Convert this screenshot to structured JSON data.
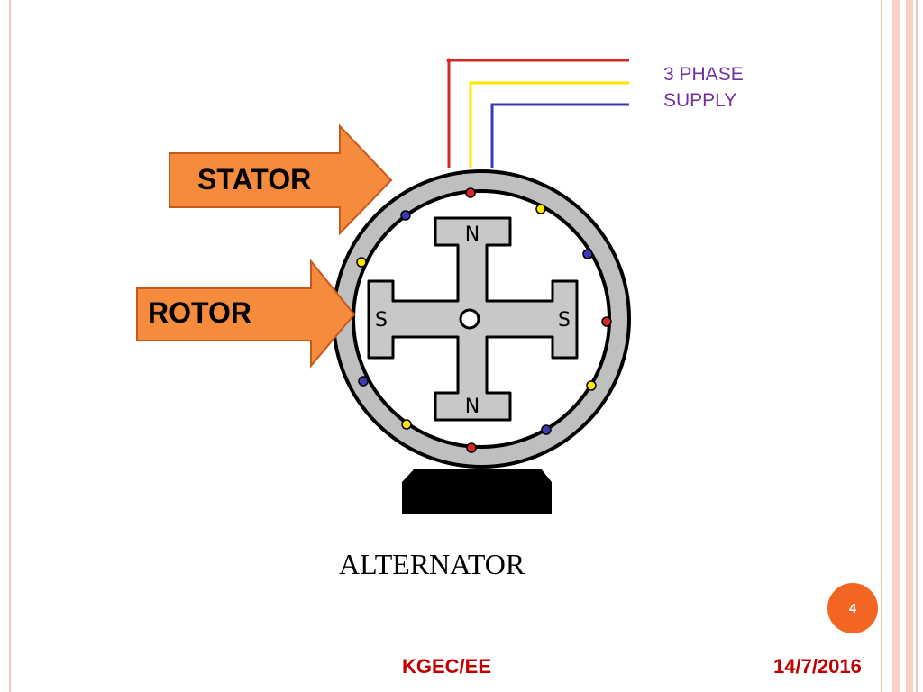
{
  "supply": {
    "line1": "3 PHASE",
    "line2": "SUPPLY"
  },
  "labels": {
    "stator": "STATOR",
    "rotor": "ROTOR"
  },
  "poles": {
    "top": "N",
    "bottom": "N",
    "left": "S",
    "right": "S"
  },
  "caption": "ALTERNATOR",
  "footer": {
    "left": "KGEC/EE",
    "right": "14/7/2016",
    "page_number": "4"
  },
  "colors": {
    "phase_red": "#d62828",
    "phase_yellow": "#ffe600",
    "phase_blue": "#3a3ab8",
    "arrow_fill": "#f58b3c",
    "accent": "#f26522",
    "frame_pink": "#f2c6b4"
  }
}
